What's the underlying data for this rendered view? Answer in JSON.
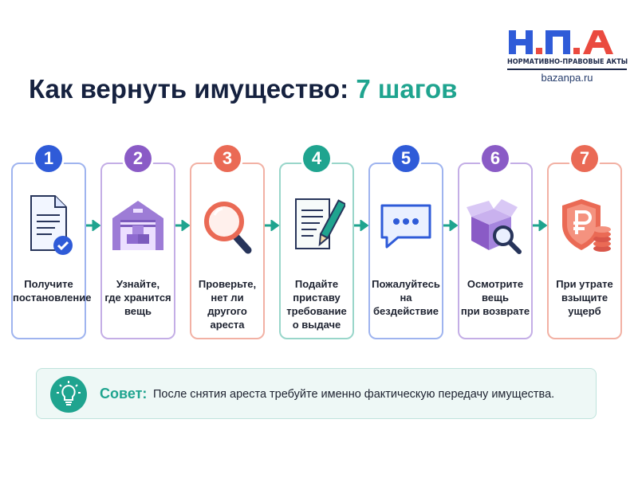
{
  "logo": {
    "letters": "Н.П.А",
    "tagline": "НОРМАТИВНО-ПРАВОВЫЕ АКТЫ",
    "site": "bazanpa.ru"
  },
  "title": {
    "main": "Как вернуть имущество:",
    "accent": "7 шагов"
  },
  "steps": [
    {
      "num": "1",
      "label": "Получите\nпостановление",
      "icon": "document-check-icon",
      "color": "#2f5bd8"
    },
    {
      "num": "2",
      "label": "Узнайте,\nгде хранится\nвещь",
      "icon": "warehouse-icon",
      "color": "#8a5bc6"
    },
    {
      "num": "3",
      "label": "Проверьте,\nнет ли другого\nареста",
      "icon": "magnifier-icon",
      "color": "#ea6a55"
    },
    {
      "num": "4",
      "label": "Подайте\nприставу\nтребование\nо выдаче",
      "icon": "document-pen-icon",
      "color": "#1fa48f"
    },
    {
      "num": "5",
      "label": "Пожалуйтесь\nна бездействие",
      "icon": "chat-bubble-icon",
      "color": "#2f5bd8"
    },
    {
      "num": "6",
      "label": "Осмотрите\nвещь\nпри возврате",
      "icon": "box-inspect-icon",
      "color": "#8a5bc6"
    },
    {
      "num": "7",
      "label": "При утрате\nвзыщите\nущерб",
      "icon": "ruble-shield-icon",
      "color": "#ea6a55"
    }
  ],
  "tip": {
    "label": "Совет:",
    "text": "После снятия ареста требуйте именно фактическую передачу имущества.",
    "icon": "lightbulb-icon"
  },
  "colors": {
    "navy": "#15213f",
    "teal": "#1fa48f",
    "blue": "#2f5bd8",
    "purple": "#8a5bc6",
    "coral": "#ea6a55"
  }
}
